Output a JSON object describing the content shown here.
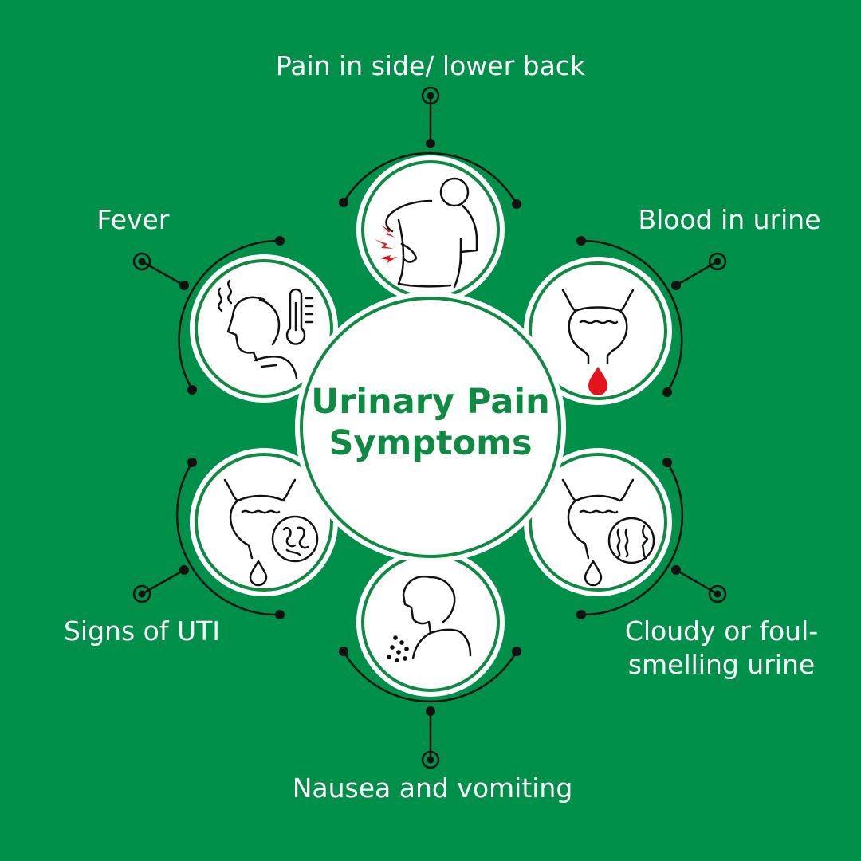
{
  "title_line1": "Urinary Pain",
  "title_line2": "Symptoms",
  "symptoms": {
    "back": "Pain in side/ lower back",
    "fever": "Fever",
    "blood": "Blood in urine",
    "uti": "Signs of UTI",
    "cloudy": "Cloudy or foul-smelling urine",
    "nausea": "Nausea and vomiting"
  },
  "colors": {
    "background": "#00904a",
    "circle_fill": "#ffffff",
    "accent_green": "#0e8a43",
    "line": "#111111",
    "blood_drop": "#e3141b",
    "pain_marks": "#e3141b"
  },
  "icons": {
    "back": "back-pain-icon",
    "fever": "fever-thermometer-icon",
    "blood": "bladder-blood-drop-icon",
    "uti": "bladder-bacteria-icon",
    "cloudy": "bladder-smell-icon",
    "nausea": "nausea-person-icon"
  }
}
